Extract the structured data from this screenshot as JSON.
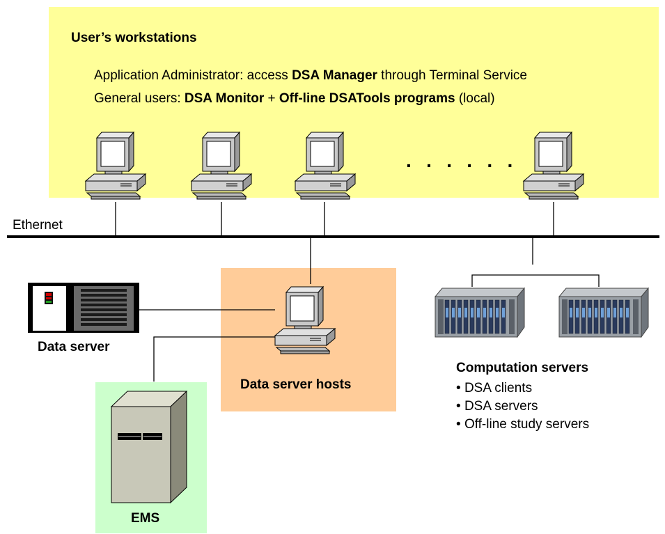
{
  "workstations": {
    "title": "User’s workstations",
    "line1": {
      "pre": "Application Administrator: access ",
      "bold": "DSA Manager",
      "post": " through Terminal Service"
    },
    "line2": {
      "pre": "General users: ",
      "bold1": "DSA Monitor",
      "mid": " + ",
      "bold2": "Off-line DSATools programs",
      "post": " (local)"
    },
    "ellipsis": "· · · · · ·"
  },
  "network": {
    "label": "Ethernet"
  },
  "data_server": {
    "label": "Data server"
  },
  "data_server_hosts": {
    "label": "Data server hosts"
  },
  "ems": {
    "label": "EMS"
  },
  "computation_servers": {
    "title": "Computation servers",
    "items": [
      "DSA clients",
      "DSA servers",
      "Off-line study servers"
    ]
  },
  "colors": {
    "workstations_zone": "#ffff99",
    "hosts_zone": "#ffcc99",
    "ems_zone": "#ccffcc"
  },
  "icons": [
    "pc-icon",
    "rack-server-icon",
    "tower-server-icon",
    "blade-server-icon"
  ]
}
